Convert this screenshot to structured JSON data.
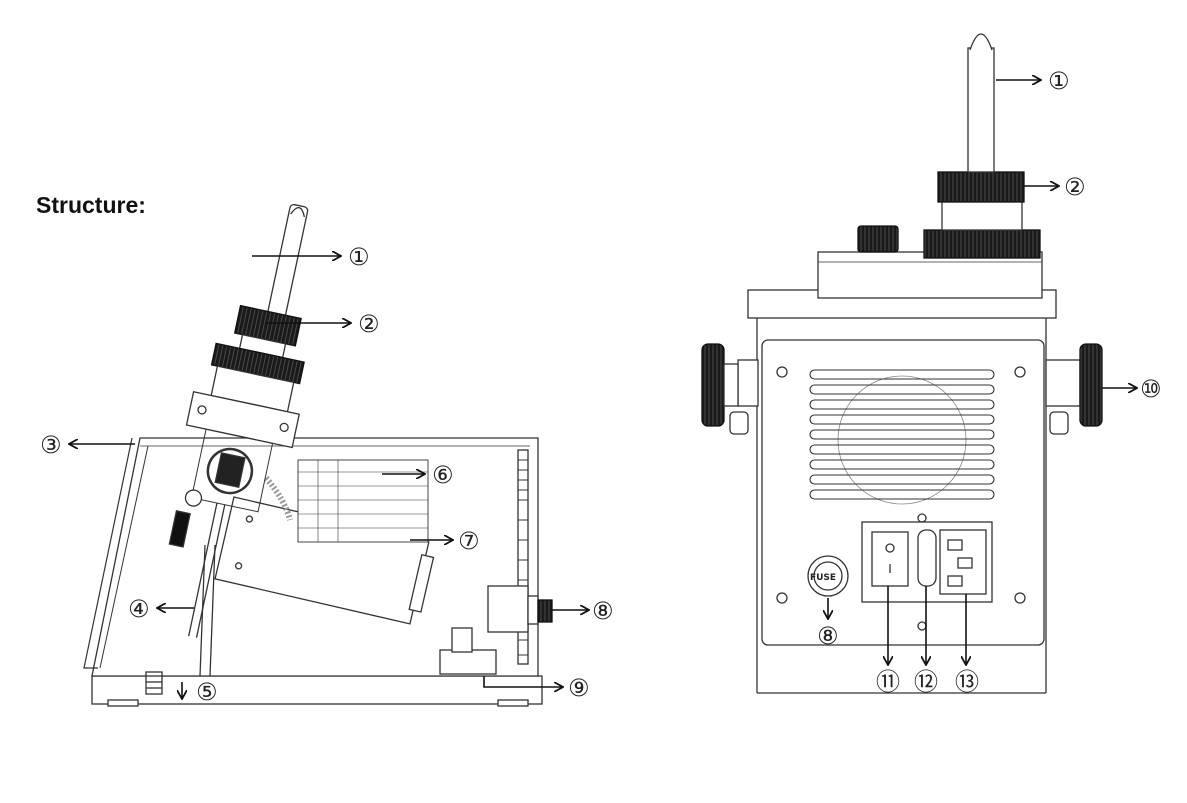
{
  "title": "Structure:",
  "callouts": {
    "c1": "①",
    "c2": "②",
    "c3": "③",
    "c4": "④",
    "c5": "⑤",
    "c6": "⑥",
    "c7": "⑦",
    "c8": "⑧",
    "c9": "⑨",
    "c10": "⑩",
    "c11": "⑪",
    "c12": "⑫",
    "c13": "⑬"
  },
  "labels": {
    "fuse": "FUSE",
    "switch_mark": "I"
  }
}
